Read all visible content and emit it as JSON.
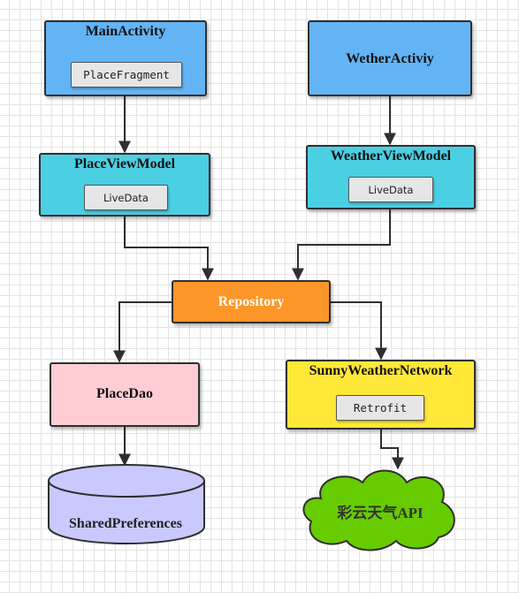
{
  "nodes": {
    "main_activity": {
      "title": "MainActivity",
      "child": "PlaceFragment",
      "fill": "#63b4f5"
    },
    "weather_activity": {
      "title": "WetherActiviy",
      "fill": "#63b4f5"
    },
    "place_view_model": {
      "title": "PlaceViewModel",
      "child": "LiveData",
      "fill": "#4bcfe3"
    },
    "weather_view_model": {
      "title": "WeatherViewModel",
      "child": "LiveData",
      "fill": "#4bcfe3"
    },
    "repository": {
      "title": "Repository",
      "fill": "#fd9628"
    },
    "place_dao": {
      "title": "PlaceDao",
      "fill": "#ffccd3"
    },
    "network": {
      "title": "SunnyWeatherNetwork",
      "child": "Retrofit",
      "fill": "#ffe838"
    },
    "shared_preferences": {
      "title": "SharedPreferences",
      "fill": "#c9c9ff"
    },
    "weather_api": {
      "title": "彩云天气API",
      "fill": "#66cc00"
    }
  },
  "edges": [
    {
      "from": "MainActivity",
      "to": "PlaceViewModel"
    },
    {
      "from": "WetherActiviy",
      "to": "WeatherViewModel"
    },
    {
      "from": "PlaceViewModel",
      "to": "Repository"
    },
    {
      "from": "WeatherViewModel",
      "to": "Repository"
    },
    {
      "from": "Repository",
      "to": "PlaceDao"
    },
    {
      "from": "Repository",
      "to": "SunnyWeatherNetwork"
    },
    {
      "from": "PlaceDao",
      "to": "SharedPreferences"
    },
    {
      "from": "SunnyWeatherNetwork",
      "to": "彩云天气API"
    }
  ]
}
